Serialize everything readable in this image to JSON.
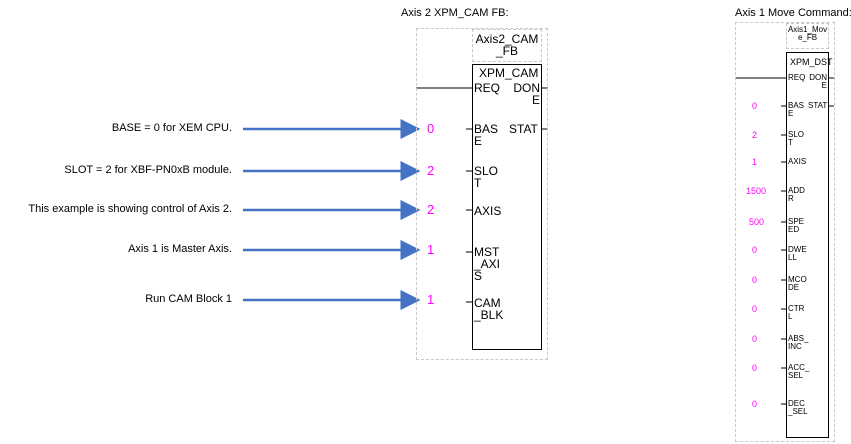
{
  "titles": {
    "axis2": "Axis 2 XPM_CAM FB:",
    "axis1": "Axis 1 Move Command:"
  },
  "notes": [
    "BASE = 0 for XEM CPU.",
    "SLOT = 2 for XBF-PN0xB module.",
    "This example is showing control of Axis 2.",
    "Axis 1 is Master Axis.",
    "Run CAM Block 1"
  ],
  "fb_axis2": {
    "instance": "Axis2_CAM\n_FB",
    "type": "XPM_CAM",
    "outputs": [
      "DON\nE",
      "STAT"
    ],
    "inputs": [
      {
        "pin": "REQ",
        "value": ""
      },
      {
        "pin": "BAS\nE",
        "value": "0"
      },
      {
        "pin": "SLO\nT",
        "value": "2"
      },
      {
        "pin": "AXIS",
        "value": "2"
      },
      {
        "pin": "MST\n_AXI\nS",
        "value": "1"
      },
      {
        "pin": "CAM\n_BLK",
        "value": "1"
      }
    ]
  },
  "fb_axis1": {
    "instance": "Axis1_Mov\ne_FB",
    "type": "XPM_DST",
    "outputs": [
      "DON\nE",
      "STAT"
    ],
    "inputs": [
      {
        "pin": "REQ",
        "value": ""
      },
      {
        "pin": "BAS\nE",
        "value": "0"
      },
      {
        "pin": "SLO\nT",
        "value": "2"
      },
      {
        "pin": "AXIS",
        "value": "1"
      },
      {
        "pin": "ADD\nR",
        "value": "1500"
      },
      {
        "pin": "SPE\nED",
        "value": "500"
      },
      {
        "pin": "DWE\nLL",
        "value": "0"
      },
      {
        "pin": "MCO\nDE",
        "value": "0"
      },
      {
        "pin": "CTR\nL",
        "value": "0"
      },
      {
        "pin": "ABS_\nINC",
        "value": "0"
      },
      {
        "pin": "ACC_\nSEL",
        "value": "0"
      },
      {
        "pin": "DEC\n_SEL",
        "value": "0"
      }
    ]
  },
  "colors": {
    "arrow": "#4472c4",
    "value": "#ff00ff",
    "dashed": "#c8c8c8"
  }
}
